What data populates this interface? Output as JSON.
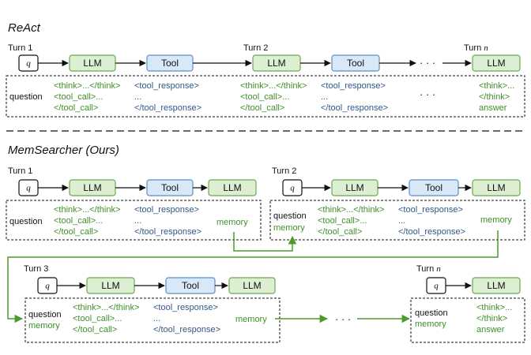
{
  "react": {
    "title": "ReAct",
    "turns": [
      "Turn 1",
      "Turn 2",
      "Turn n"
    ],
    "question_symbol": "q",
    "node_llm": "LLM",
    "node_tool": "Tool",
    "ellipsis": "· · ·",
    "context": {
      "question": "question",
      "think": "<think>...</think>",
      "tool_call_open": "<tool_call>...",
      "tool_call_close": "</tool_call>",
      "tool_response_open": "<tool_response>",
      "middle_dots": "...",
      "tool_response_close": "</tool_response>",
      "think_open": "<think>...",
      "think_close": "</think>",
      "answer": "answer"
    }
  },
  "memsearcher": {
    "title": "MemSearcher (Ours)",
    "turns": [
      "Turn 1",
      "Turn 2",
      "Turn 3",
      "Turn n"
    ],
    "question_symbol": "q",
    "node_llm": "LLM",
    "node_tool": "Tool",
    "ellipsis": "· · ·",
    "context": {
      "question": "question",
      "memory": "memory",
      "think": "<think>...</think>",
      "tool_call_open": "<tool_call>...",
      "tool_call_close": "</tool_call>",
      "tool_response_open": "<tool_response>",
      "middle_dots": "...",
      "tool_response_close": "</tool_response>",
      "think_open": "<think>...",
      "think_close": "</think>",
      "answer": "answer"
    }
  },
  "colors": {
    "llm_fill": "#dcefd3",
    "llm_stroke": "#6aa84f",
    "tool_fill": "#d9e8f7",
    "tool_stroke": "#5b8fc7",
    "green_text": "#3f8f2a",
    "blue_text": "#31578a",
    "memory_arrow": "#4e9a2e"
  }
}
